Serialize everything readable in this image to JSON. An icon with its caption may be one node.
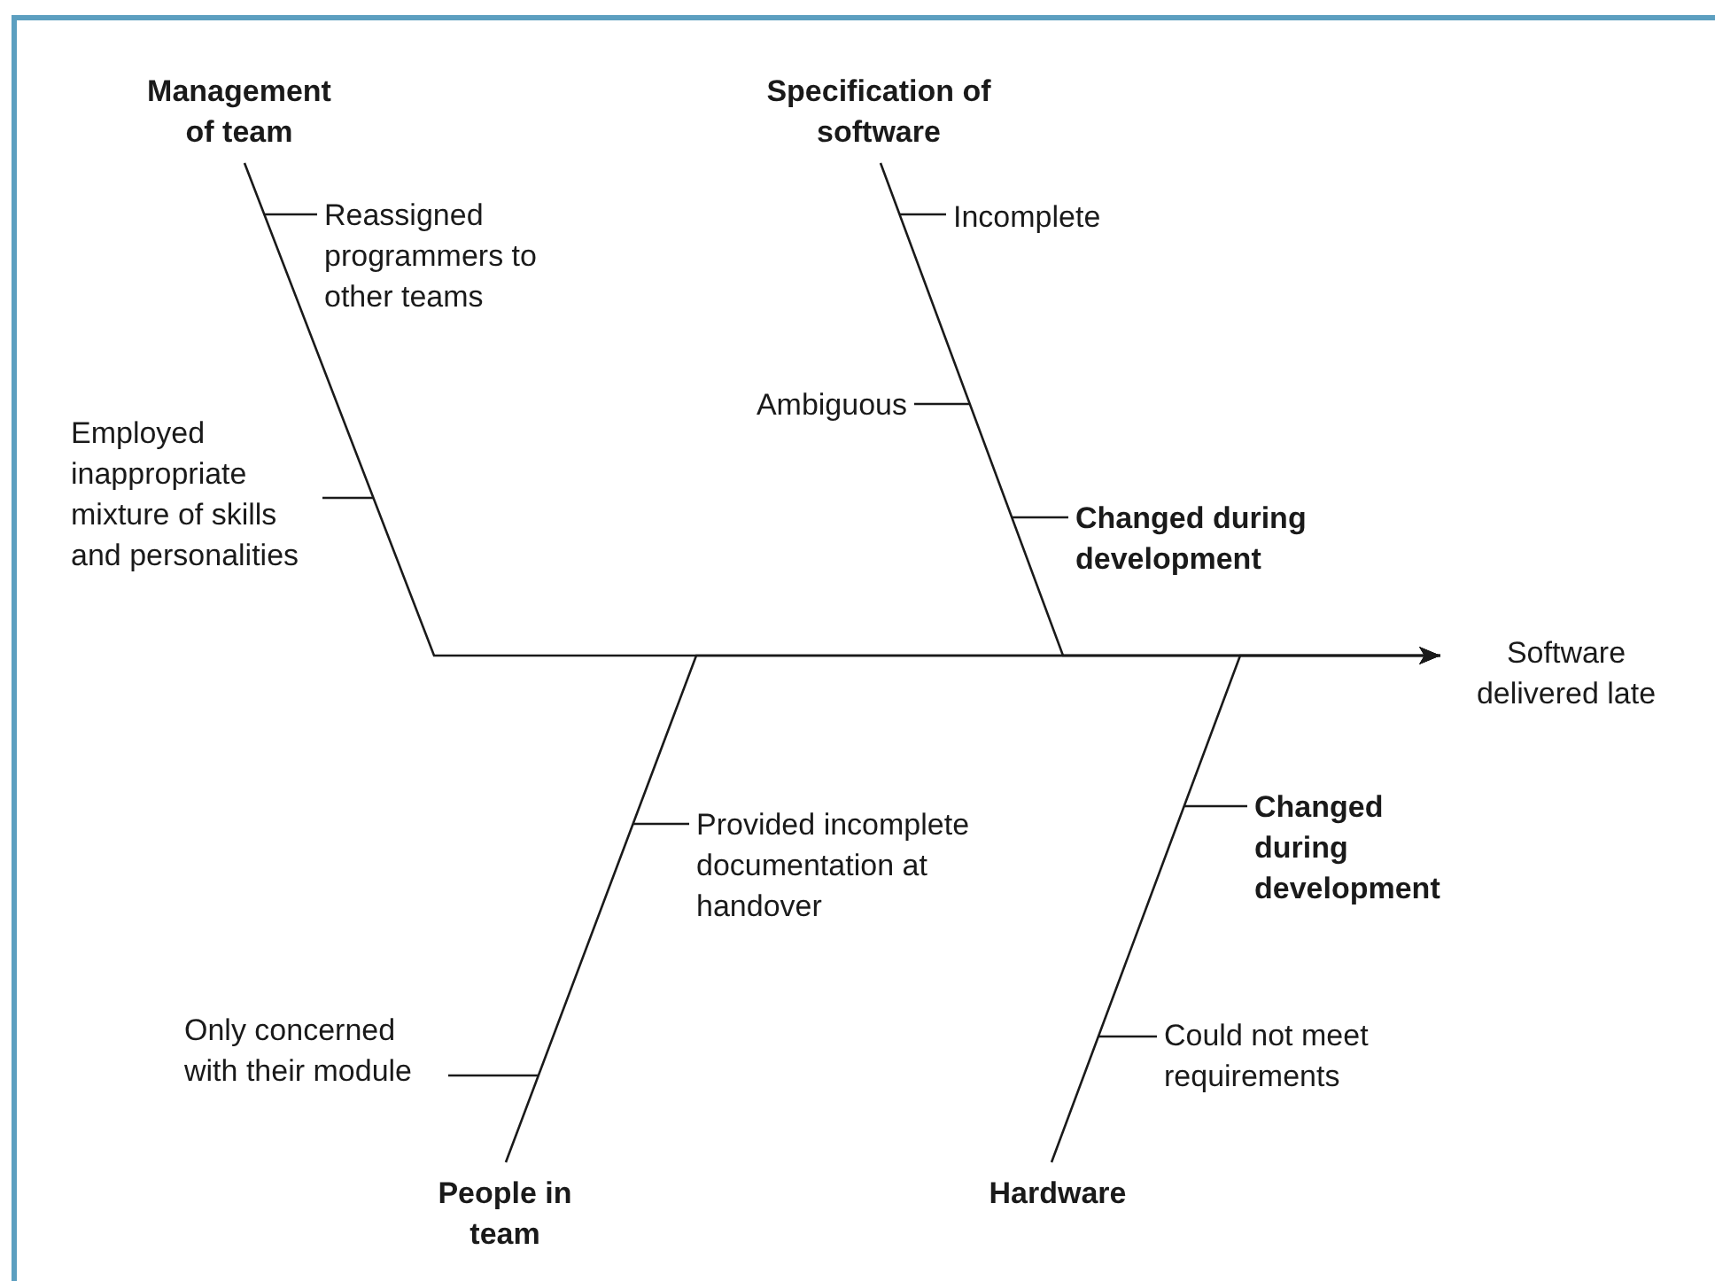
{
  "diagram": {
    "nodes": [
      {
        "text": [
          "Management of team"
        ]
      },
      {
        "text": [
          "Specification of software"
        ]
      },
      {
        "text": [
          "Reassigned programmers to other teams"
        ]
      },
      {
        "text": [
          "Incomplete"
        ]
      },
      {
        "text": [
          "Ambiguous"
        ]
      },
      {
        "text": [
          "Employed inappropriate mixture of skills and personalities"
        ]
      },
      {
        "text": [
          "Changed during development"
        ]
      },
      {
        "text": [
          "Software delivered late"
        ]
      },
      {
        "text": [
          "Changed during development"
        ]
      },
      {
        "text": [
          "Provided incomplete documentation at handover"
        ]
      },
      {
        "text": [
          "Only concerned with their module"
        ]
      },
      {
        "text": [
          "Could not meet requirements"
        ]
      },
      {
        "text": [
          "People in team"
        ]
      },
      {
        "text": [
          "Hardware"
        ]
      }
    ],
    "edges": [
      {
        "from": 0,
        "to": 7,
        "arrow": "to"
      },
      {
        "from": 1,
        "to": 7,
        "arrow": "to"
      },
      {
        "from": 12,
        "to": 7,
        "arrow": "to"
      },
      {
        "from": 13,
        "to": 7,
        "arrow": "to"
      },
      {
        "from": 2,
        "to": null,
        "arrow": "none"
      },
      {
        "from": 3,
        "to": null,
        "arrow": "none"
      },
      {
        "from": 4,
        "to": null,
        "arrow": "none"
      },
      {
        "from": 5,
        "to": null,
        "arrow": "none"
      },
      {
        "from": 6,
        "to": null,
        "arrow": "none"
      },
      {
        "from": 8,
        "to": null,
        "arrow": "none"
      },
      {
        "from": 9,
        "to": null,
        "arrow": "none"
      },
      {
        "from": 10,
        "to": null,
        "arrow": "none"
      },
      {
        "from": 11,
        "to": null,
        "arrow": "none"
      }
    ]
  }
}
